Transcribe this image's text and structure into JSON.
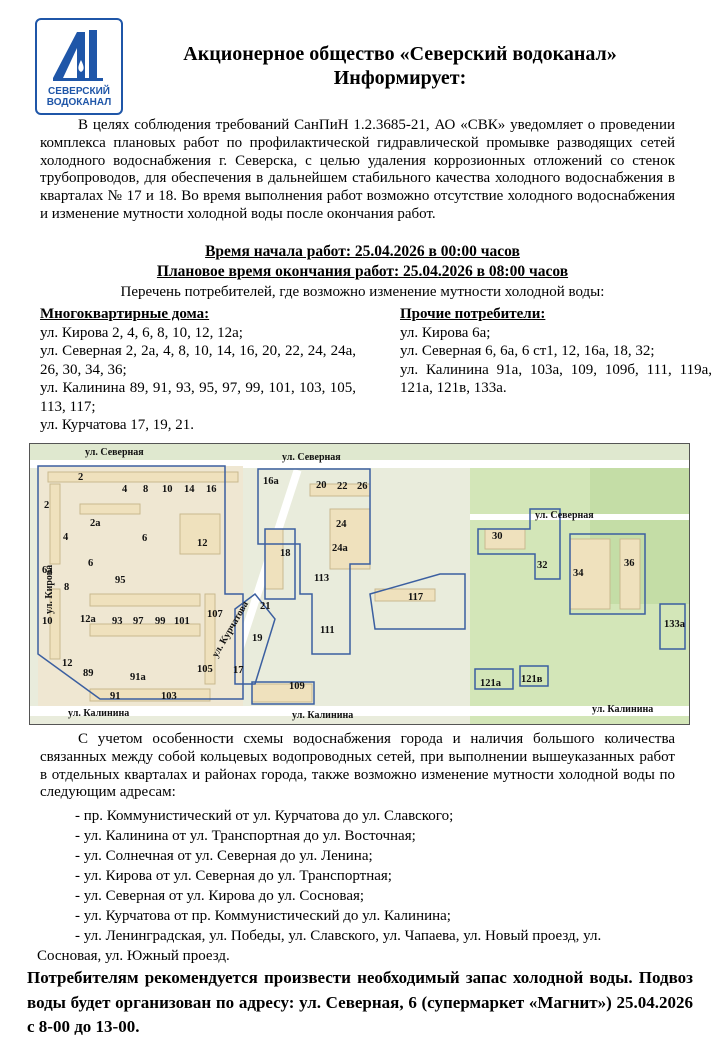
{
  "logo": {
    "line1": "СЕВЕРСКИЙ",
    "line2": "ВОДОКАНАЛ",
    "brand_color": "#1f56a8"
  },
  "header": {
    "title": "Акционерное общество «Северский водоканал»",
    "subtitle": "Информирует:"
  },
  "intro": "В целях соблюдения требований СанПиН 1.2.3685-21, АО «СВК» уведомляет о проведении комплекса плановых работ по профилактической гидравлической промывке разводящих сетей холодного водоснабжения г. Северска, с целью удаления коррозионных отложений со стенок трубопроводов, для обеспечения в дальнейшем стабильного качества холодного водоснабжения в кварталах № 17 и 18. Во время выполнения работ возможно отсутствие холодного водоснабжения и изменение мутности холодной воды после окончания работ.",
  "start_time": "Время начала работ: 25.04.2026 в 00:00 часов",
  "end_time": "Плановое время окончания работ: 25.04.2026 в 08:00 часов",
  "list_heading": "Перечень потребителей, где возможно изменение мутности холодной воды:",
  "apartments": {
    "title": "Многоквартирные дома:",
    "lines": [
      "ул. Кирова 2, 4, 6, 8, 10, 12, 12а;",
      "ул. Северная 2, 2а, 4, 8, 10, 14, 16, 20, 22, 24, 24а, 26, 30, 34, 36;",
      "ул. Калинина 89, 91, 93, 95, 97, 99, 101, 103, 105, 113, 117;",
      "ул. Курчатова 17, 19, 21."
    ]
  },
  "others": {
    "title": "Прочие потребители:",
    "lines": [
      "ул. Кирова 6а;",
      "ул. Северная 6, 6а, 6 ст1, 12, 16а, 18, 32;",
      "ул. Калинина 91а, 103а, 109, 109б, 111, 119а, 121а, 121в, 133а."
    ]
  },
  "map": {
    "streets": {
      "severnaya_1": "ул. Северная",
      "severnaya_2": "ул. Северная",
      "severnaya_3": "ул. Северная",
      "kalinina_1": "ул. Калинина",
      "kalinina_2": "ул. Калинина",
      "kalinina_3": "ул. Калинина",
      "kirova": "ул. Кирова",
      "kurchatova": "ул. Курчатова"
    },
    "houses": [
      "2",
      "4",
      "8",
      "10",
      "14",
      "16",
      "2",
      "2а",
      "4",
      "6",
      "6",
      "12",
      "6а",
      "8",
      "95",
      "10",
      "12а",
      "93",
      "97",
      "99",
      "101",
      "107",
      "12",
      "89",
      "91а",
      "105",
      "91",
      "103",
      "16а",
      "20",
      "22",
      "26",
      "24",
      "24а",
      "18",
      "113",
      "111",
      "21",
      "19",
      "17",
      "109",
      "117",
      "30",
      "32",
      "34",
      "36",
      "121а",
      "121в",
      "133а"
    ],
    "colors": {
      "outline": "#3b5fa0",
      "building": "#efe1bd",
      "green": "#cfe3b3",
      "road": "#ffffff"
    }
  },
  "consideration": "С учетом особенности схемы водоснабжения города и наличия большого количества связанных между собой кольцевых водопроводных сетей, при выполнении вышеуказанных работ в отдельных кварталах и районах города, также возможно изменение мутности холодной воды по следующим адресам:",
  "addresses": [
    "- пр. Коммунистический от ул. Курчатова до ул. Славского;",
    "- ул. Калинина от ул. Транспортная до ул. Восточная;",
    "- ул. Солнечная от ул. Северная до ул. Ленина;",
    "- ул. Кирова от ул. Северная до ул. Транспортная;",
    "- ул. Северная от ул. Кирова до ул. Сосновая;",
    "- ул. Курчатова от пр. Коммунистический до ул. Калинина;",
    "- ул. Ленинградская, ул. Победы, ул. Славского, ул. Чапаева, ул. Новый проезд, ул."
  ],
  "addresses_tail": "Сосновая, ул. Южный проезд.",
  "final": "Потребителям рекомендуется произвести необходимый запас холодной воды. Подвоз воды будет организован по адресу: ул. Северная, 6 (супермаркет «Магнит») 25.04.2026 с 8-00 до 13-00."
}
